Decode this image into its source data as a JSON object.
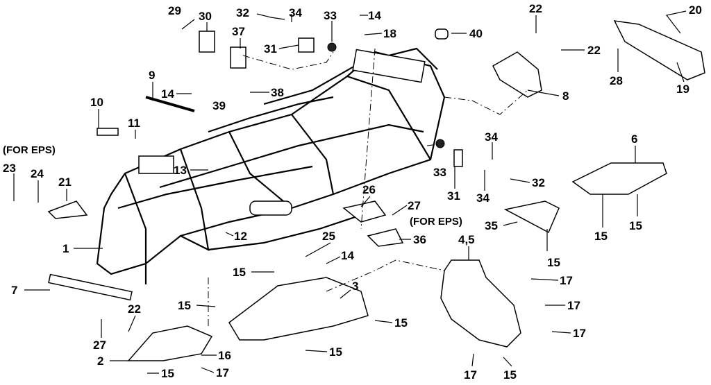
{
  "title": "Frame parts diagram",
  "labels": [
    "29",
    "30",
    "32",
    "34",
    "33",
    "14",
    "18",
    "40",
    "22",
    "22",
    "20",
    "28",
    "19",
    "37",
    "31",
    "9",
    "14",
    "38",
    "39",
    "8",
    "10",
    "11",
    "(FOR EPS)",
    "23",
    "24",
    "21",
    "13",
    "34",
    "6",
    "33",
    "31",
    "34",
    "32",
    "26",
    "27",
    "(FOR EPS)",
    "35",
    "15",
    "15",
    "1",
    "12",
    "25",
    "36",
    "4,5",
    "14",
    "15",
    "15",
    "3",
    "17",
    "7",
    "15",
    "22",
    "17",
    "15",
    "27",
    "17",
    "15",
    "2",
    "16",
    "15",
    "17",
    "17",
    "15"
  ]
}
